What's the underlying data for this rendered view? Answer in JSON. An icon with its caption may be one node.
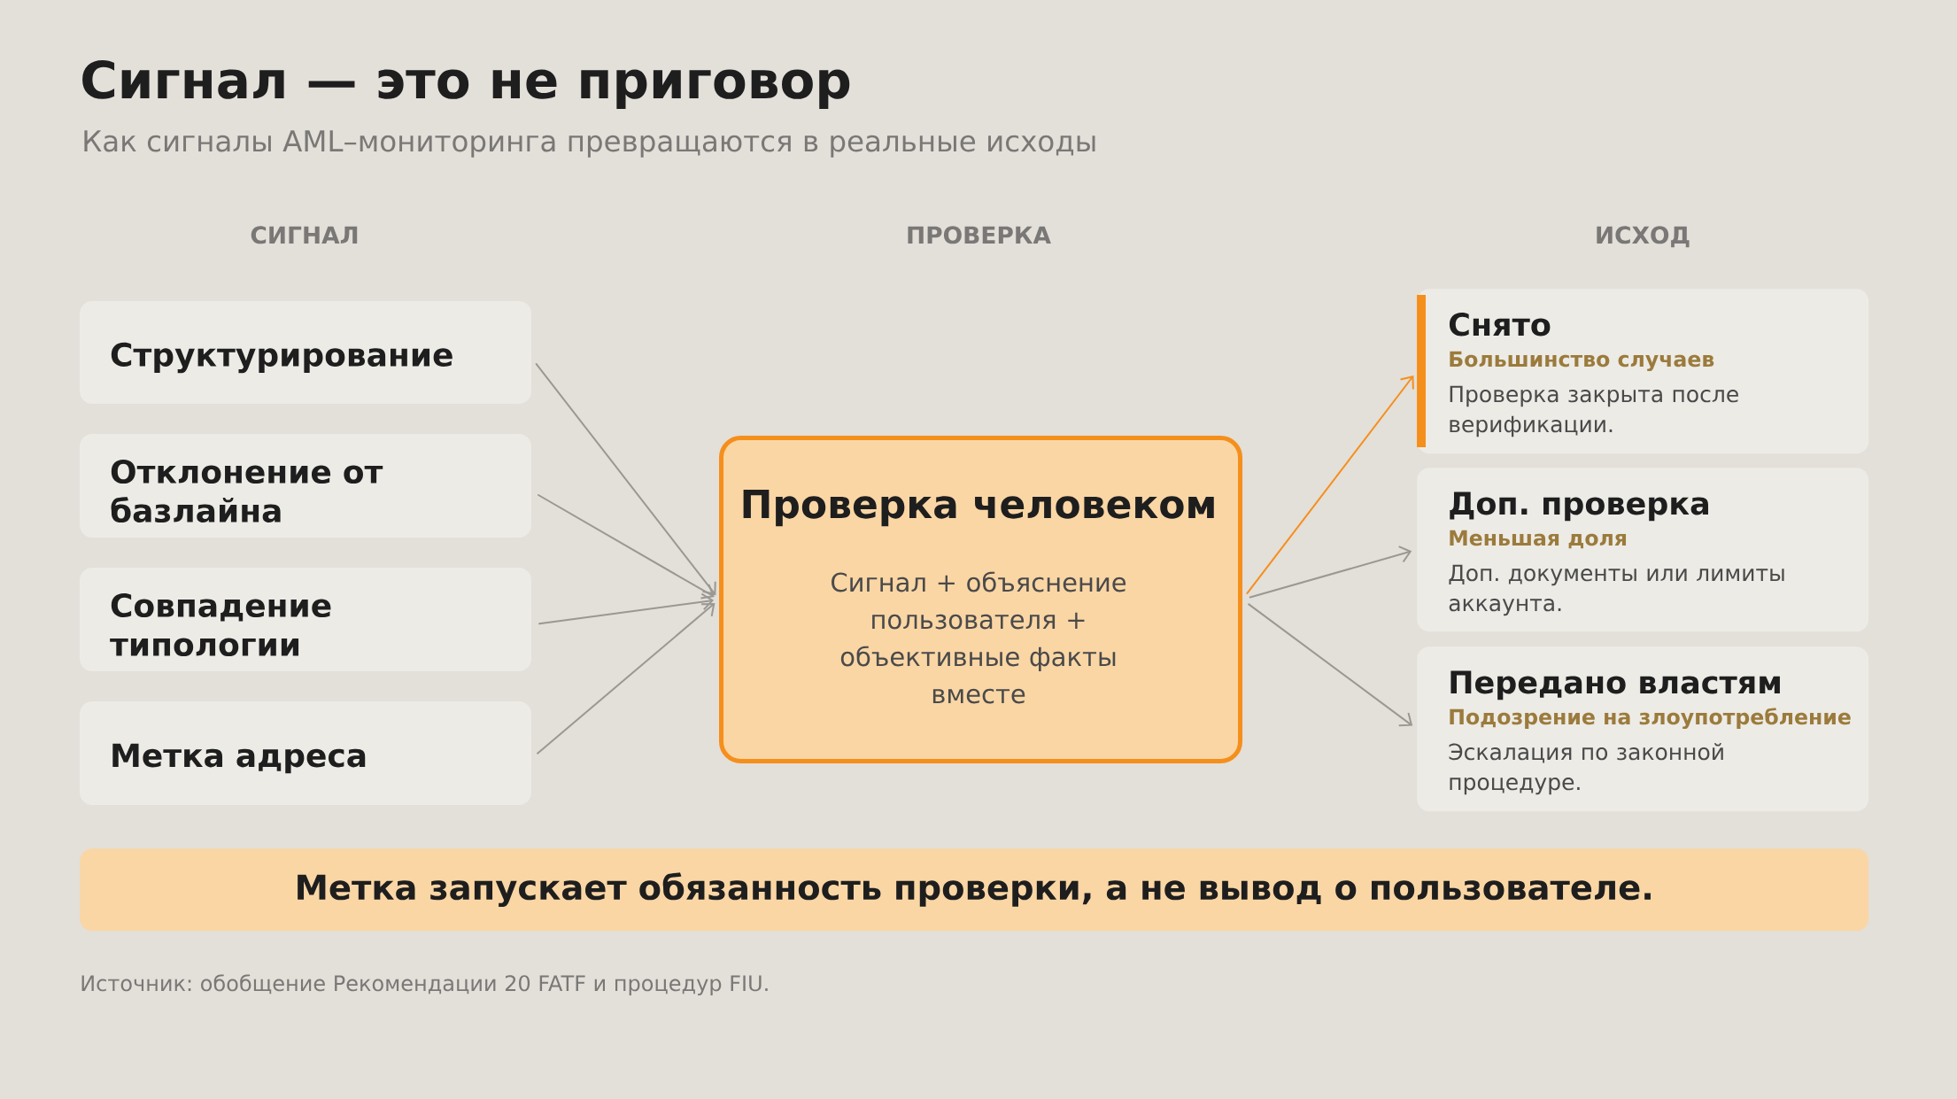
{
  "diagram": {
    "title": "Сигнал — это не приговор",
    "nodes": [
      {
        "text": [
          "Структурирование"
        ]
      },
      {
        "text": [
          "Отклонение от базлайна"
        ]
      },
      {
        "text": [
          "Совпадение типологии"
        ]
      },
      {
        "text": [
          "Метка адреса"
        ]
      },
      {
        "text": [
          "Проверка человеком",
          "Сигнал + объяснение пользователя + объективные факты вместе"
        ]
      },
      {
        "text": [
          "Снято",
          "Большинство случаев",
          "Проверка закрыта после верификации."
        ]
      },
      {
        "text": [
          "Доп. проверка",
          "Меньшая доля",
          "Доп. документы или лимиты аккаунта."
        ]
      },
      {
        "text": [
          "Передано властям",
          "Подозрение на злоупотребление",
          "Эскалация по законной процедуре."
        ]
      },
      {
        "text": [
          "Метка запускает обязанность проверки, а не вывод о пользователе."
        ]
      }
    ],
    "edges": [
      {
        "from": 0,
        "to": 4,
        "arrow": "to"
      },
      {
        "from": 1,
        "to": 4,
        "arrow": "to"
      },
      {
        "from": 2,
        "to": 4,
        "arrow": "to"
      },
      {
        "from": 3,
        "to": 4,
        "arrow": "to"
      },
      {
        "from": 4,
        "to": 5,
        "arrow": "to",
        "color": "#f58f1c"
      },
      {
        "from": 4,
        "to": 6,
        "arrow": "to"
      },
      {
        "from": 4,
        "to": 7,
        "arrow": "to"
      }
    ],
    "labels": [
      "Как сигналы AML–мониторинга превращаются в реальные исходы",
      "СИГНАЛ",
      "ПРОВЕРКА",
      "ИСХОД",
      "Источник: обобщение Рекомендации 20 FATF и процедур FIU."
    ]
  }
}
